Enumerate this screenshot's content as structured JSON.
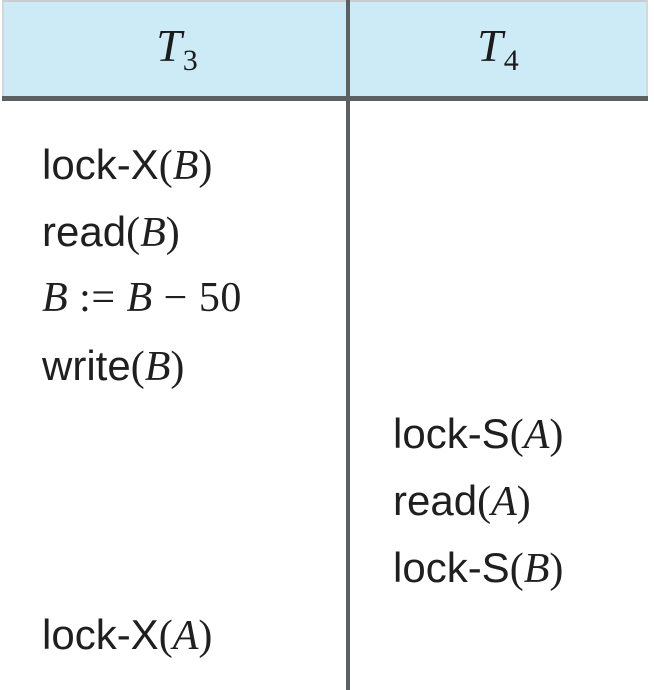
{
  "figure": {
    "name": "two-phase-locking-deadlock-schedule",
    "colors": {
      "header_fill": "#cdeaf7",
      "rule": "#5d6063",
      "header_border": "#d3d7d9",
      "text": "#1f1f1f"
    }
  },
  "columns": [
    {
      "id": "T3",
      "header": {
        "base": "T",
        "subscript": "3"
      },
      "rows": [
        {
          "slot": 1,
          "kind": "op",
          "op": "lock-X",
          "arg": "B",
          "text": "lock-X(B)"
        },
        {
          "slot": 2,
          "kind": "op",
          "op": "read",
          "arg": "B",
          "text": "read(B)"
        },
        {
          "slot": 3,
          "kind": "assign",
          "lhs": "B",
          "operator": ":=",
          "rhs_var": "B",
          "rhs_op": "−",
          "rhs_value": "50",
          "text": "B := B − 50"
        },
        {
          "slot": 4,
          "kind": "op",
          "op": "write",
          "arg": "B",
          "text": "write(B)"
        },
        {
          "slot": 8,
          "kind": "op",
          "op": "lock-X",
          "arg": "A",
          "text": "lock-X(A)"
        }
      ]
    },
    {
      "id": "T4",
      "header": {
        "base": "T",
        "subscript": "4"
      },
      "rows": [
        {
          "slot": 5,
          "kind": "op",
          "op": "lock-S",
          "arg": "A",
          "text": "lock-S(A)"
        },
        {
          "slot": 6,
          "kind": "op",
          "op": "read",
          "arg": "A",
          "text": "read(A)"
        },
        {
          "slot": 7,
          "kind": "op",
          "op": "lock-S",
          "arg": "B",
          "text": "lock-S(B)"
        }
      ]
    }
  ]
}
